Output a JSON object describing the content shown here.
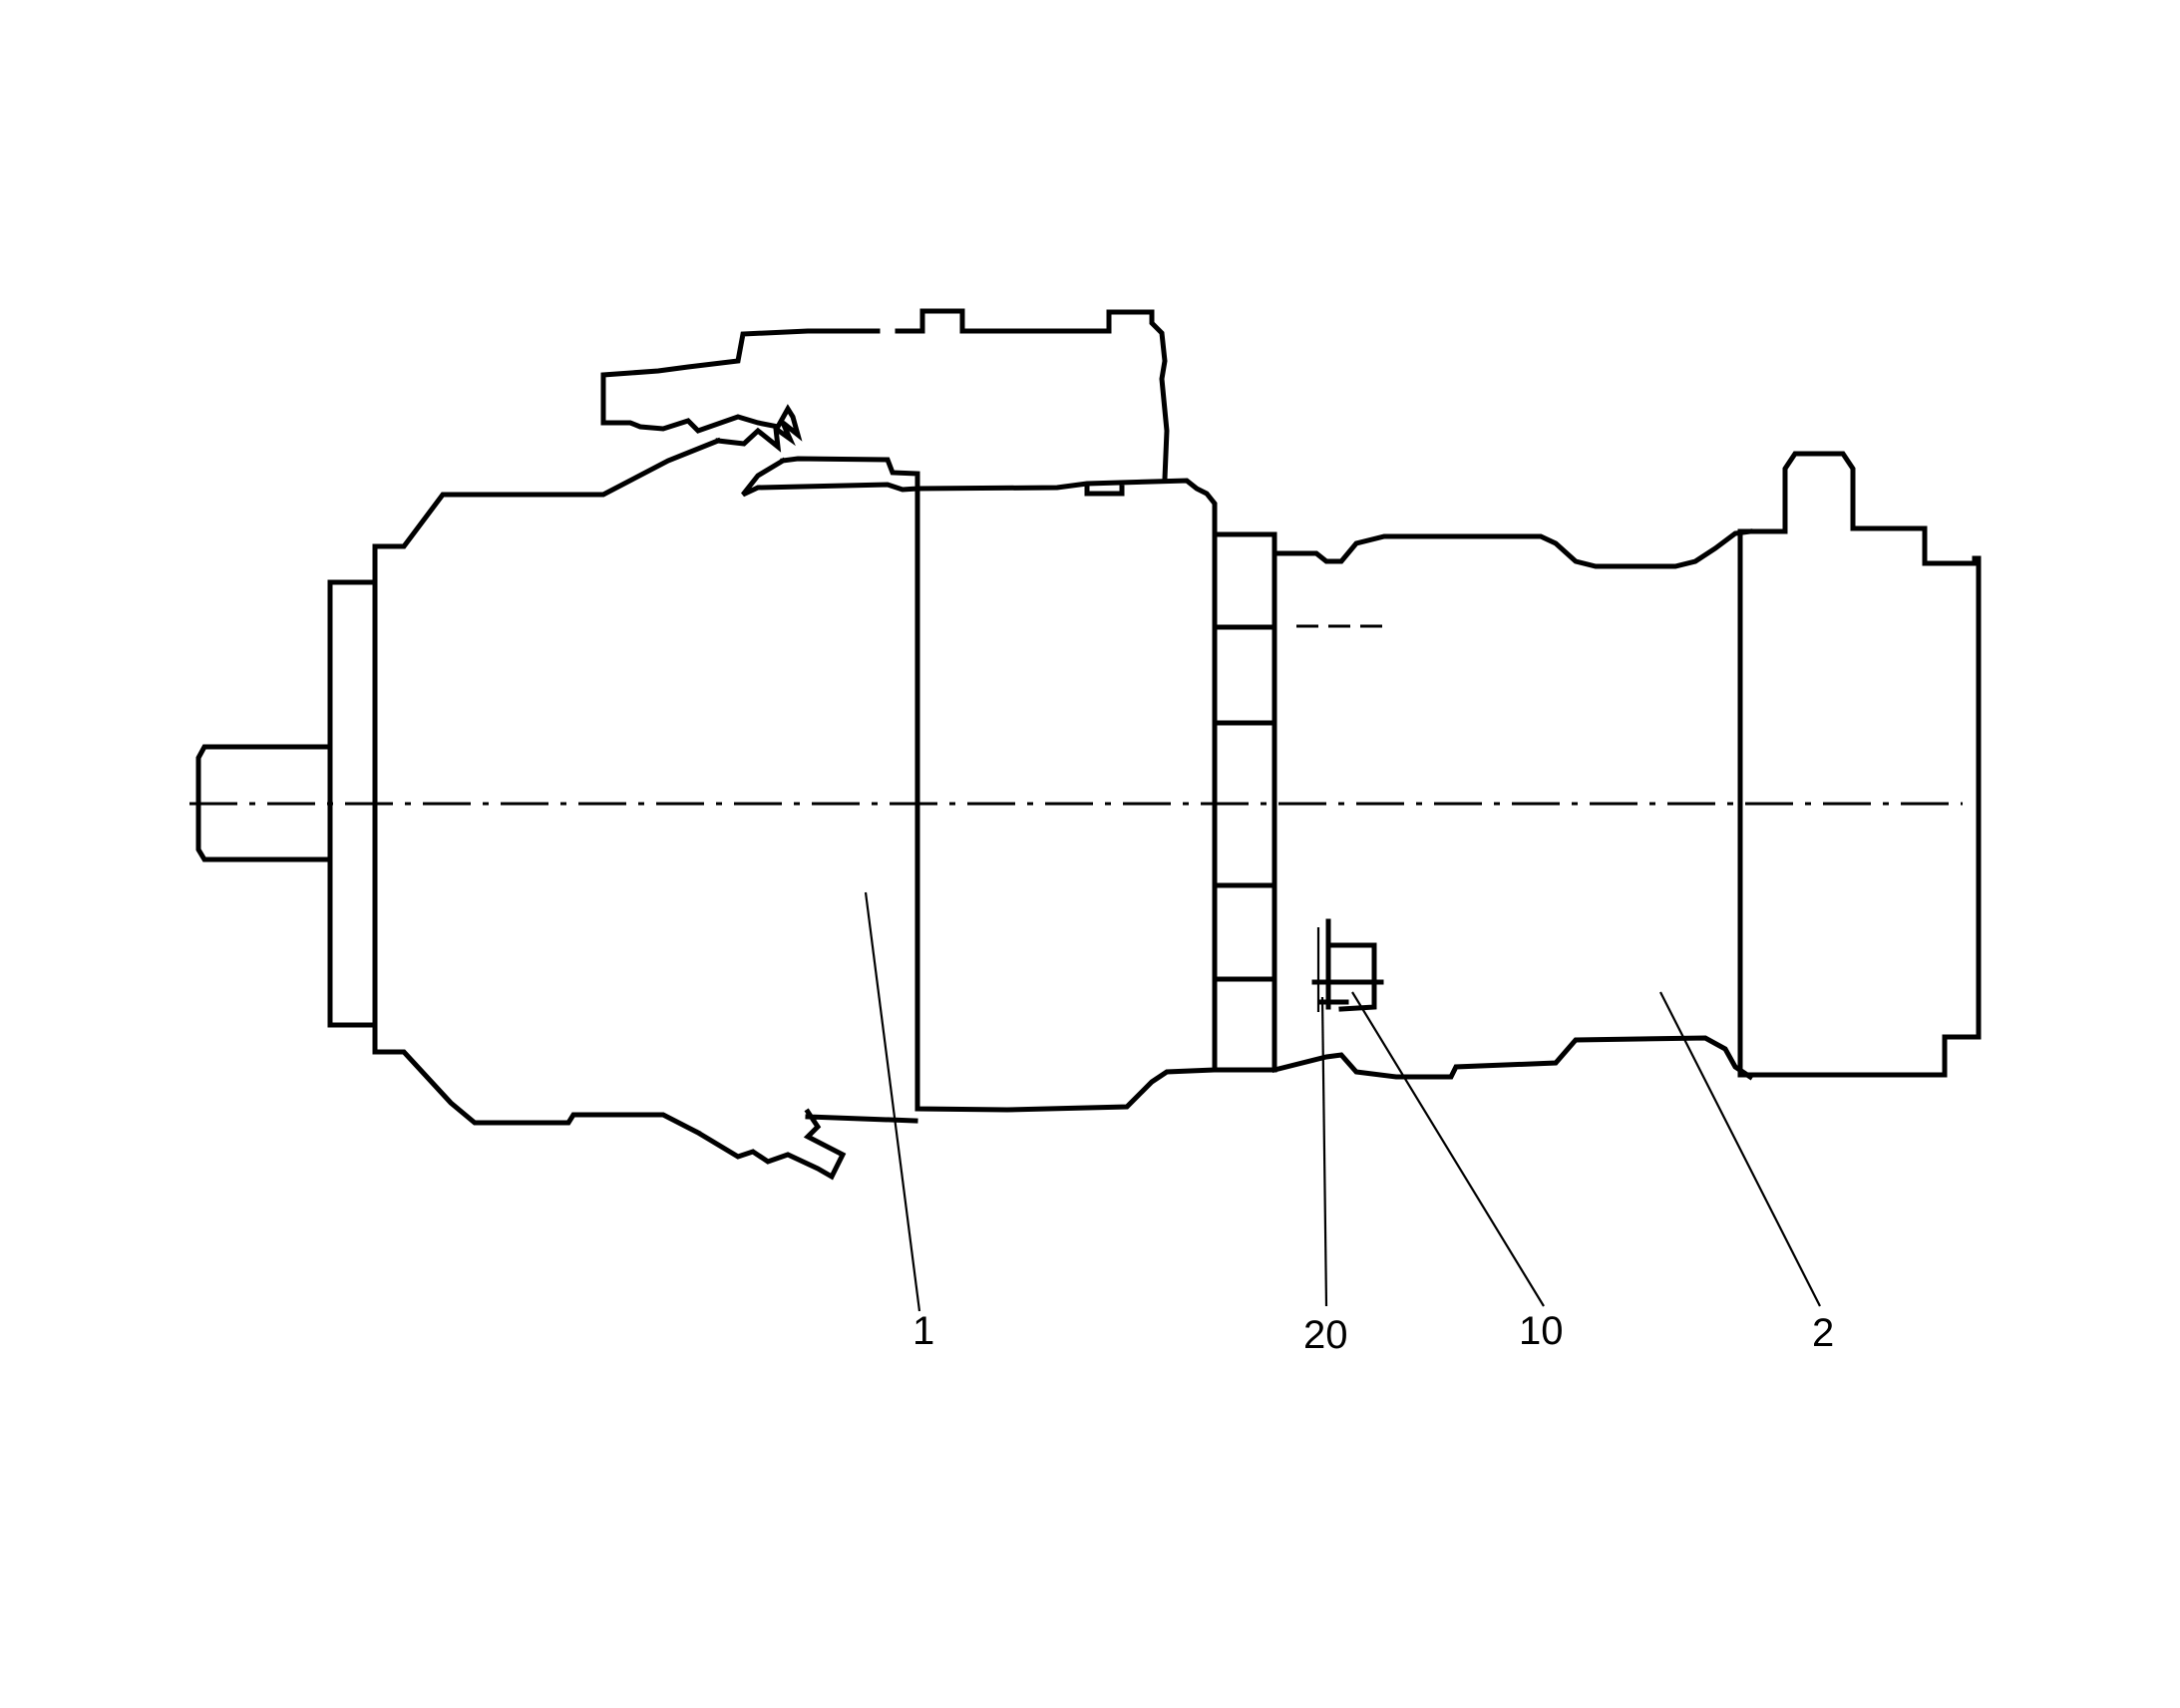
{
  "diagram": {
    "callouts": [
      {
        "id": "1",
        "label": "1"
      },
      {
        "id": "20",
        "label": "20"
      },
      {
        "id": "10",
        "label": "10"
      },
      {
        "id": "2",
        "label": "2"
      }
    ]
  }
}
